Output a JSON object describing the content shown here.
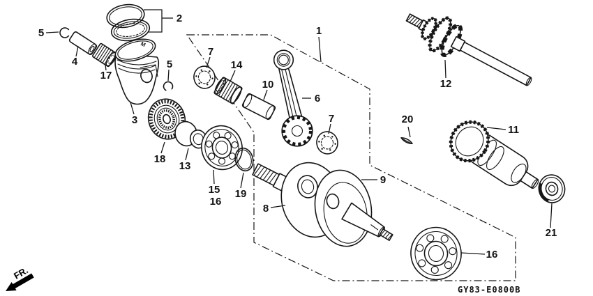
{
  "diagram": {
    "part_code": "GY83-E0800B",
    "front_marker": "FR.",
    "piston_mark": "M",
    "colors": {
      "line": "#161616",
      "background": "#ffffff"
    },
    "callouts": {
      "c1": "1",
      "c2": "2",
      "c3": "3",
      "c4": "4",
      "c5": "5",
      "c6": "6",
      "c7": "7",
      "c8": "8",
      "c9": "9",
      "c10": "10",
      "c11": "11",
      "c12": "12",
      "c13": "13",
      "c14": "14",
      "c15": "15",
      "c16": "16",
      "c17": "17",
      "c18": "18",
      "c19": "19",
      "c20": "20",
      "c21": "21"
    }
  }
}
